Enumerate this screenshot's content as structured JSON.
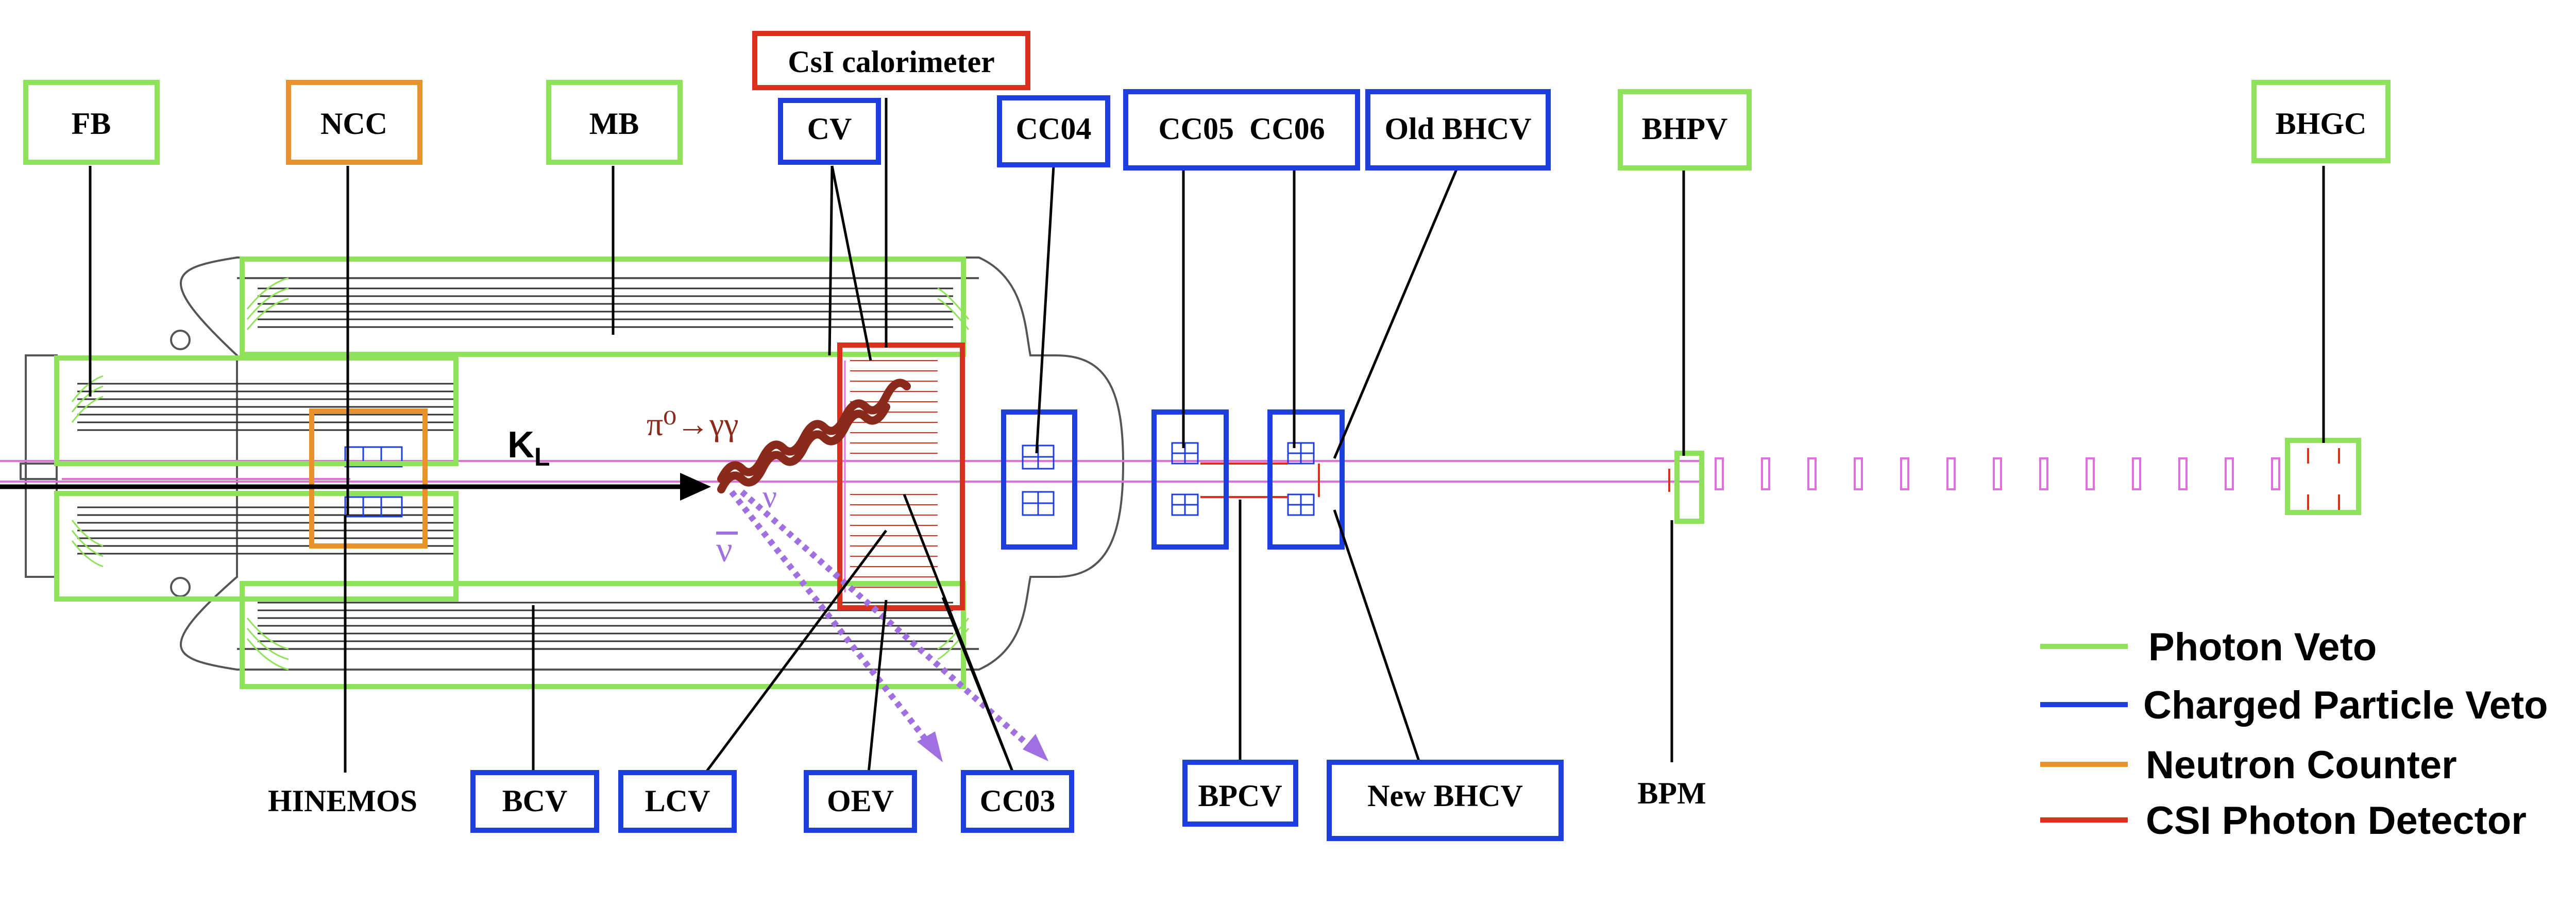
{
  "colors": {
    "photon": "#8fe35a",
    "charged": "#1f3ee0",
    "neutron": "#e8922c",
    "csi": "#d8321c",
    "pink": "#e06fe0",
    "arrow_purple": "#a070e0",
    "photon_spiral": "#8a2a1a",
    "structure": "#555555"
  },
  "labels": {
    "fb": "FB",
    "ncc": "NCC",
    "mb": "MB",
    "cv": "CV",
    "csi_cal": "CsI calorimeter",
    "cc04": "CC04",
    "cc05_cc06": "CC05  CC06",
    "old_bhcv": "Old BHCV",
    "bhpv": "BHPV",
    "bhgc": "BHGC",
    "hinemos": "HINEMOS",
    "bcv": "BCV",
    "lcv": "LCV",
    "oev": "OEV",
    "cc03": "CC03",
    "bpcv": "BPCV",
    "new_bhcv": "New BHCV",
    "bpm": "BPM"
  },
  "beam": {
    "kl_main": "K",
    "kl_sub": "L",
    "pi0_decay": "π⁰→γγ",
    "nu": "ν",
    "nubar": "ν"
  },
  "legend": {
    "items": [
      {
        "label": "Photon Veto",
        "color_key": "photon"
      },
      {
        "label": "Charged Particle Veto",
        "color_key": "charged"
      },
      {
        "label": "Neutron Counter",
        "color_key": "neutron"
      },
      {
        "label": "CSI Photon Detector",
        "color_key": "csi"
      }
    ]
  }
}
